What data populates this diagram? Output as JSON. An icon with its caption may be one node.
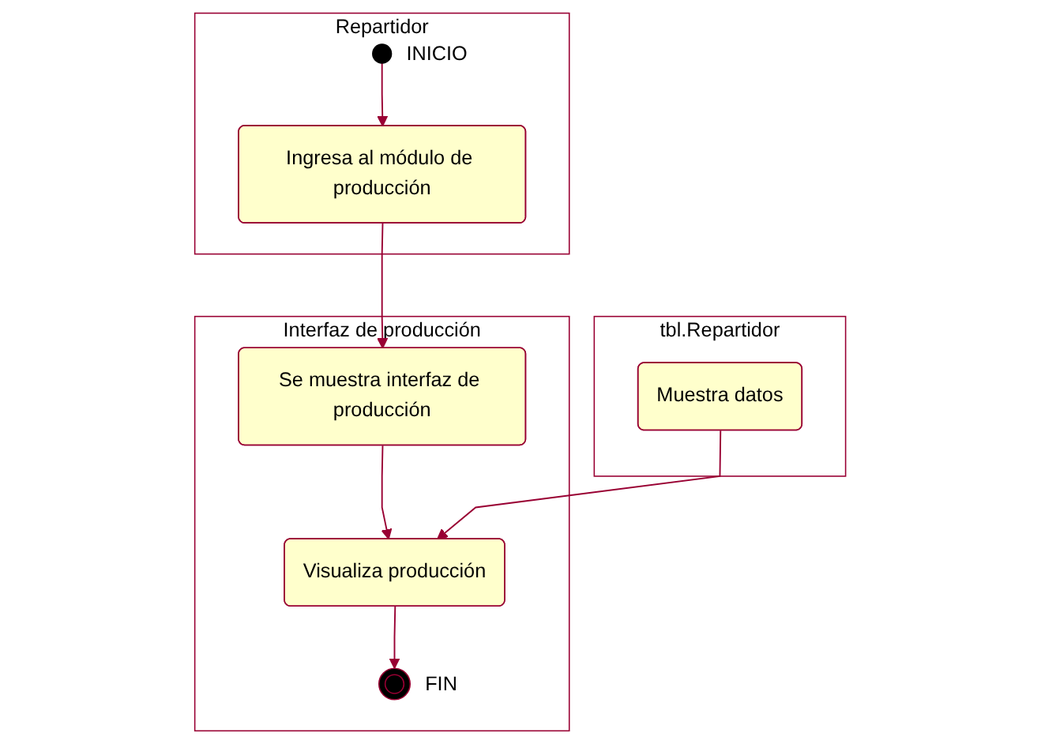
{
  "diagram": {
    "nodes": [
      {
        "text": [
          "Repartidor"
        ]
      },
      {
        "text": [],
        "shape": "circle",
        "in": 0,
        "beside": [
          "INICIO"
        ]
      },
      {
        "text": [
          "Ingresa al módulo de producción"
        ],
        "in": 0
      },
      {
        "text": [
          "Interfaz de producción"
        ]
      },
      {
        "text": [
          "Se muestra interfaz de producción"
        ],
        "in": 3
      },
      {
        "text": [
          "Visualiza producción"
        ],
        "in": 3
      },
      {
        "text": [],
        "shape": "circle",
        "in": 3,
        "beside": [
          "FIN"
        ]
      },
      {
        "text": [
          "tbl.Repartidor"
        ]
      },
      {
        "text": [
          "Muestra datos"
        ],
        "in": 7
      }
    ],
    "edges": [
      {
        "from": 1,
        "to": 2,
        "arrow": "to"
      },
      {
        "from": 2,
        "to": 4,
        "arrow": "to"
      },
      {
        "from": 4,
        "to": 5,
        "arrow": "to"
      },
      {
        "from": 8,
        "to": 5,
        "arrow": "to"
      },
      {
        "from": 5,
        "to": 6,
        "arrow": "to"
      }
    ]
  }
}
